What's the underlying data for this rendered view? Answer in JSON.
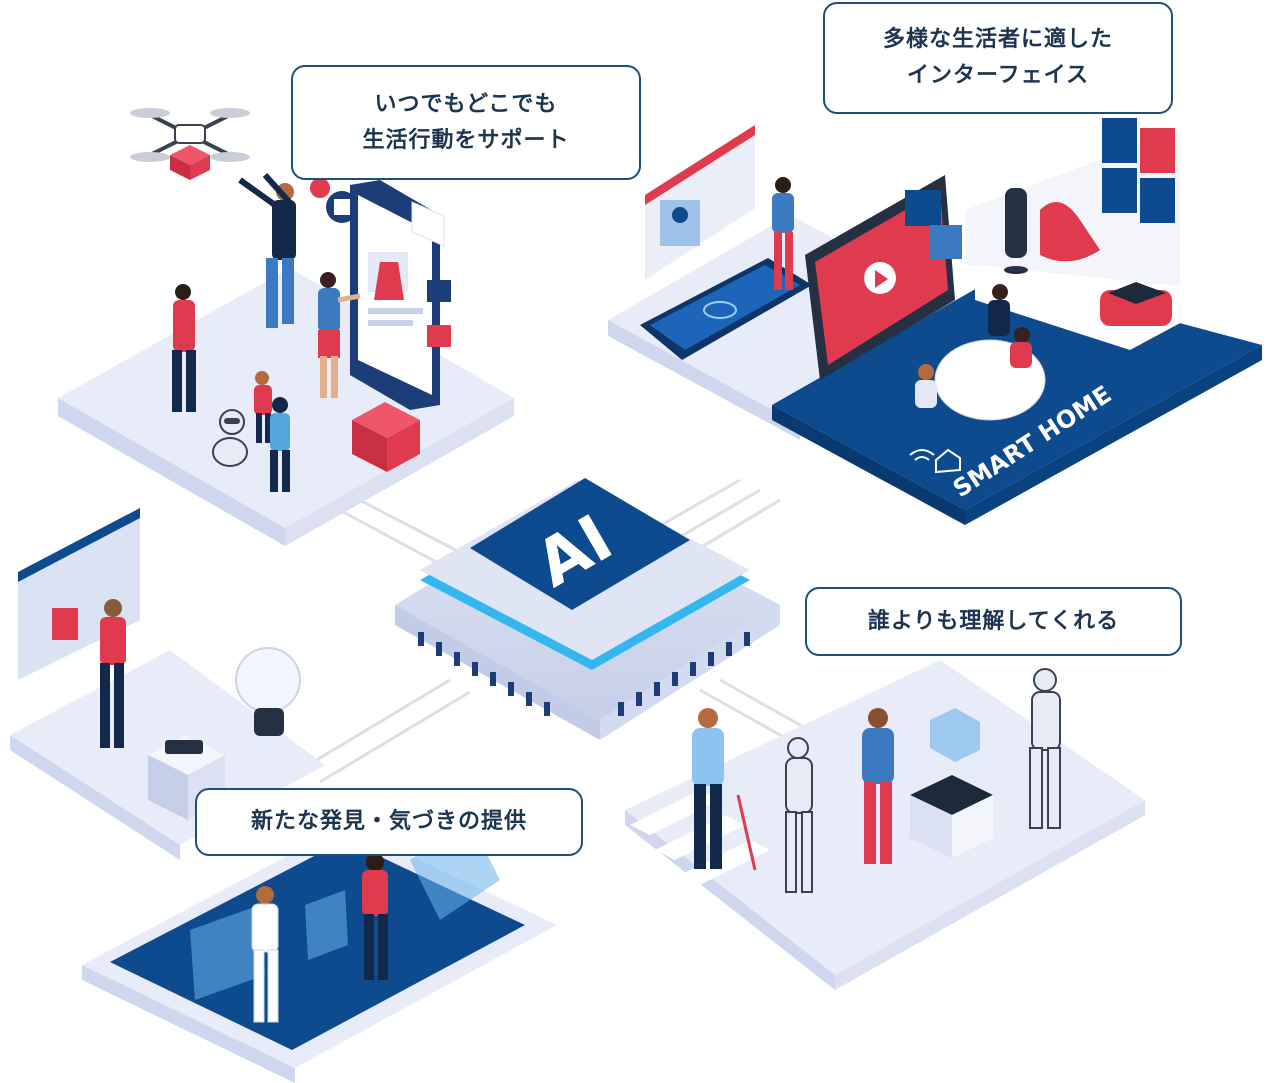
{
  "hub": {
    "label": "AI"
  },
  "callouts": {
    "support": [
      "いつでもどこでも",
      "生活行動をサポート"
    ],
    "interface": [
      "多様な生活者に適した",
      "インターフェイス"
    ],
    "understand": [
      "誰よりも理解してくれる"
    ],
    "discovery": [
      "新たな発見・気づきの提供"
    ]
  },
  "smart_home": {
    "label": "SMART HOME"
  },
  "colors": {
    "navy": "#0d4a8e",
    "red": "#e03a4e",
    "platform": "#e7ecf8",
    "outline": "#1d4f7c",
    "glow": "#34b6ef"
  }
}
